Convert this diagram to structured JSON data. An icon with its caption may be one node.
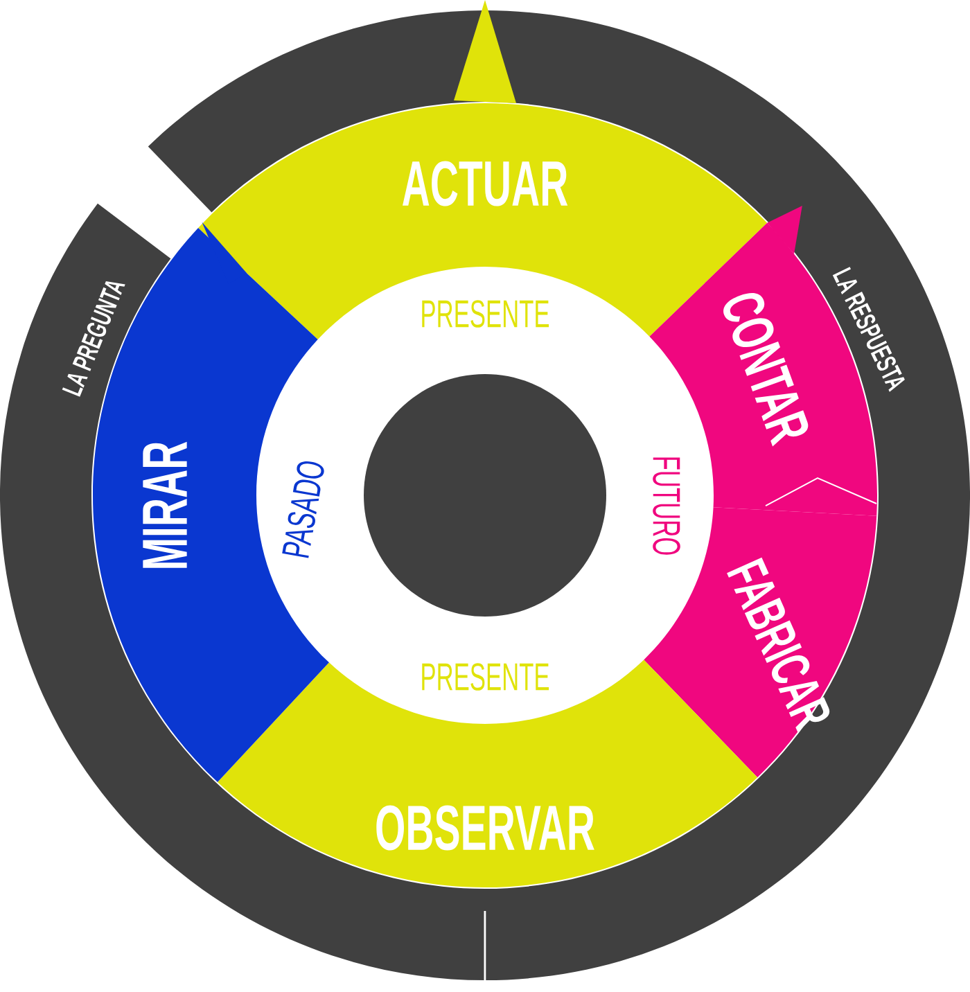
{
  "diagram": {
    "nodes": [
      {
        "text": [
          "LA PREGUNTA"
        ]
      },
      {
        "text": [
          "LA RESPUESTA"
        ]
      },
      {
        "text": [
          "ACTUAR"
        ]
      },
      {
        "text": [
          "CONTAR"
        ]
      },
      {
        "text": [
          "FABRICAR"
        ]
      },
      {
        "text": [
          "OBSERVAR"
        ]
      },
      {
        "text": [
          "MIRAR"
        ]
      },
      {
        "text": [],
        "shape": "circle"
      }
    ],
    "labels": [
      "PRESENTE",
      "PASADO",
      "FUTURO",
      "PRESENTE"
    ]
  }
}
